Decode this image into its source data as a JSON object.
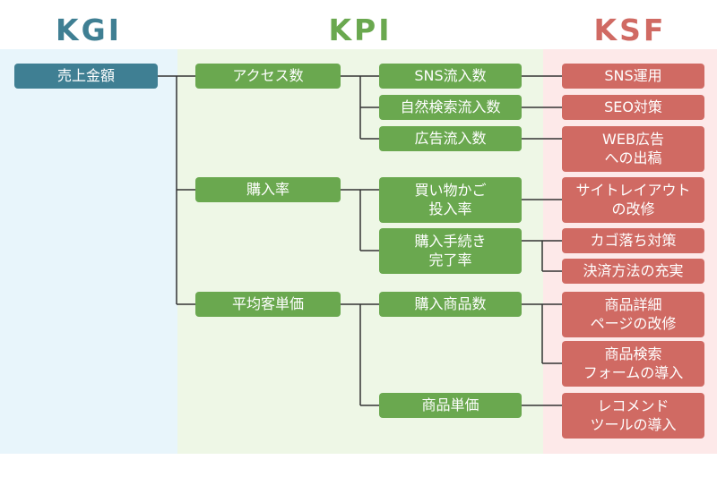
{
  "headers": {
    "kgi": "KGI",
    "kpi": "KPI",
    "ksf": "KSF"
  },
  "kgi": {
    "main": "売上金額"
  },
  "kpi1": {
    "access": "アクセス数",
    "purchase_rate": "購入率",
    "avg_price": "平均客単価"
  },
  "kpi2": {
    "sns": "SNS流入数",
    "organic": "自然検索流入数",
    "ads": "広告流入数",
    "cart": "買い物かご\n投入率",
    "checkout": "購入手続き\n完了率",
    "item_count": "購入商品数",
    "unit_price": "商品単価"
  },
  "ksf": {
    "sns_ops": "SNS運用",
    "seo": "SEO対策",
    "web_ads": "WEB広告\nへの出稿",
    "site_layout": "サイトレイアウト\nの改修",
    "cart_drop": "カゴ落ち対策",
    "payment": "決済方法の充実",
    "detail_page": "商品詳細\nページの改修",
    "search_form": "商品検索\nフォームの導入",
    "recommend": "レコメンド\nツールの導入"
  },
  "colors": {
    "kgi": "#3f7f93",
    "kpi": "#6aa84f",
    "ksf": "#d06a63"
  }
}
